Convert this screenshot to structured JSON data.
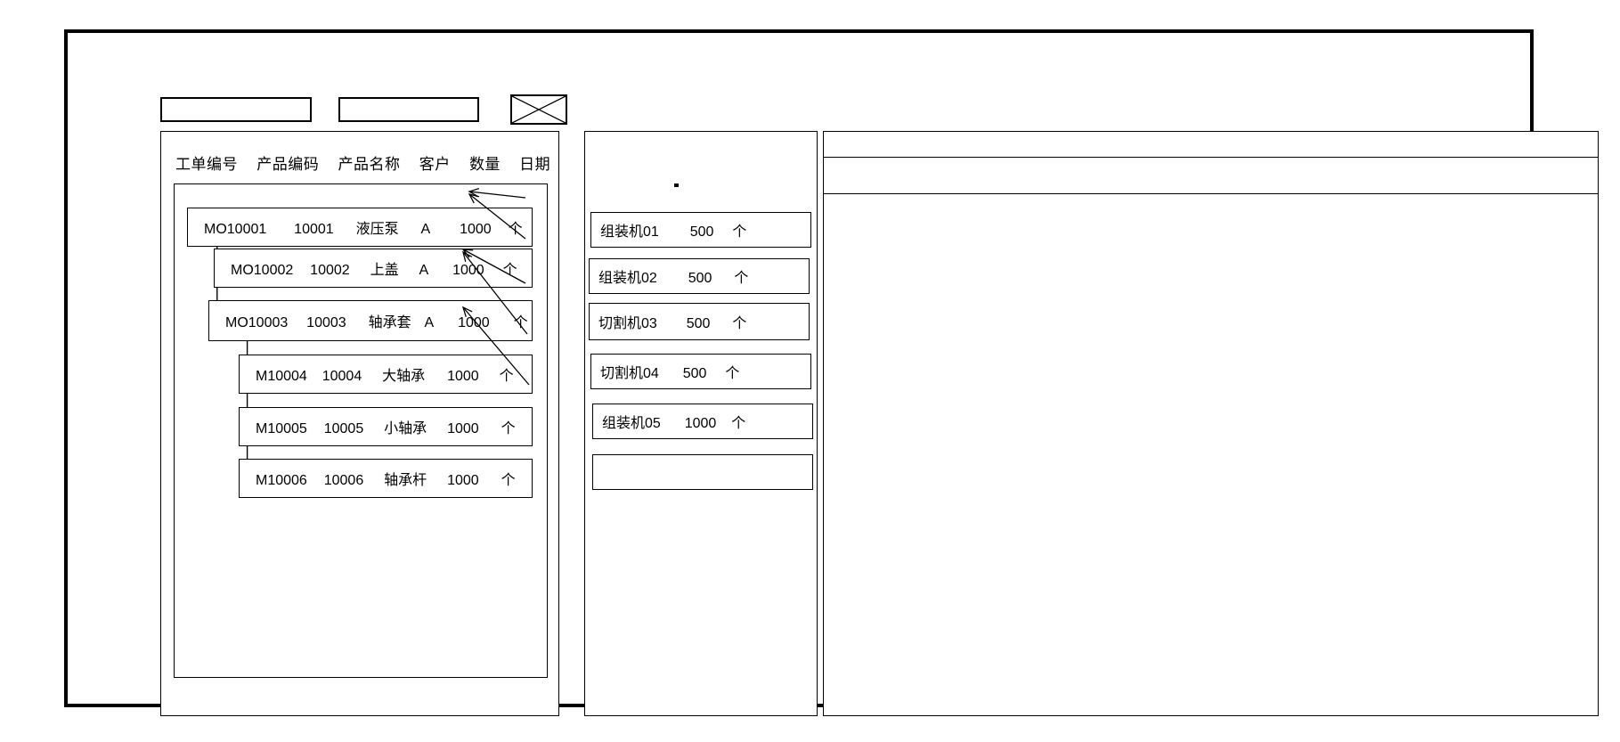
{
  "window": {
    "title": ""
  },
  "toolbar": {
    "button1_label": "",
    "button2_label": "",
    "image_placeholder_name": "image-placeholder-icon"
  },
  "left_panel": {
    "columns": [
      "工单编号",
      "产品编码",
      "产品名称",
      "客户",
      "数量",
      "日期"
    ],
    "tree_rows": [
      {
        "level": 0,
        "order_no": "MO10001",
        "product_code": "10001",
        "product_name": "液压泵",
        "customer": "A",
        "qty": "1000",
        "unit": "个"
      },
      {
        "level": 1,
        "order_no": "MO10002",
        "product_code": "10002",
        "product_name": "上盖",
        "customer": "A",
        "qty": "1000",
        "unit": "个"
      },
      {
        "level": 1,
        "order_no": "MO10003",
        "product_code": "10003",
        "product_name": "轴承套",
        "customer": "A",
        "qty": "1000",
        "unit": "个"
      },
      {
        "level": 2,
        "order_no": "M10004",
        "product_code": "10004",
        "product_name": "大轴承",
        "customer": "",
        "qty": "1000",
        "unit": "个"
      },
      {
        "level": 2,
        "order_no": "M10005",
        "product_code": "10005",
        "product_name": "小轴承",
        "customer": "",
        "qty": "1000",
        "unit": "个"
      },
      {
        "level": 2,
        "order_no": "M10006",
        "product_code": "10006",
        "product_name": "轴承杆",
        "customer": "",
        "qty": "1000",
        "unit": "个"
      }
    ]
  },
  "mid_panel": {
    "rows": [
      {
        "machine": "组装机01",
        "qty": "500",
        "unit": "个"
      },
      {
        "machine": "组装机02",
        "qty": "500",
        "unit": "个"
      },
      {
        "machine": "切割机03",
        "qty": "500",
        "unit": "个"
      },
      {
        "machine": "切割机04",
        "qty": "500",
        "unit": "个"
      },
      {
        "machine": "组装机05",
        "qty": "1000",
        "unit": "个"
      },
      {
        "machine": "",
        "qty": "",
        "unit": ""
      }
    ]
  },
  "right_panel": {
    "header_text": "",
    "body_text": ""
  },
  "colors": {
    "stroke": "#000000",
    "background": "#ffffff"
  }
}
